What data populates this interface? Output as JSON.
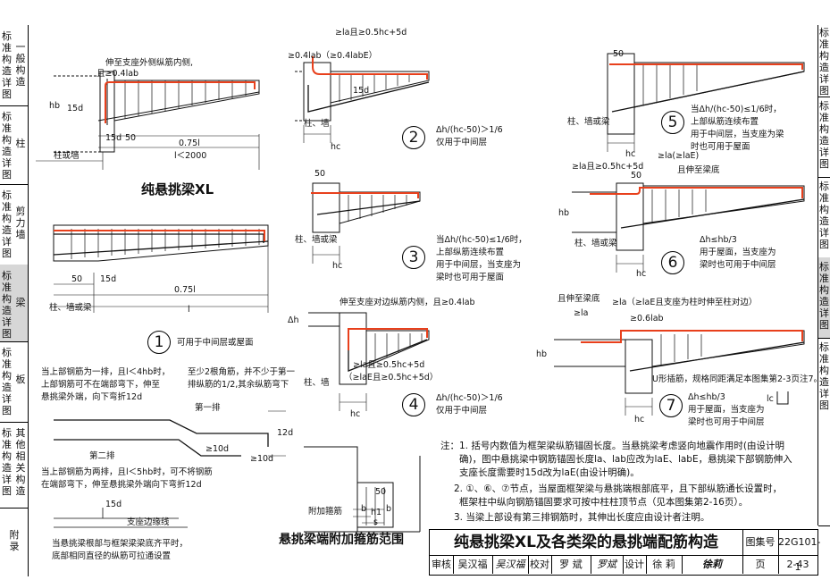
{
  "sidebar": {
    "items": [
      {
        "v": "标准构造详图",
        "s": "一般构造"
      },
      {
        "v": "标准构造详图",
        "s": "柱"
      },
      {
        "v": "标准构造详图",
        "s": "剪力墙"
      },
      {
        "v": "标准构造详图",
        "s": "梁"
      },
      {
        "v": "标准构造详图",
        "s": "板"
      },
      {
        "v": "标准构造详图",
        "s": "其他相关构造"
      },
      {
        "v": "",
        "s": "附录"
      }
    ]
  },
  "right_sidebar": [
    "标准构造详图",
    "标准构造详图",
    "标准构造详图",
    "标准构造详图",
    "标准构造详图"
  ],
  "figures": {
    "fig1": {
      "top_note1": "伸至支座外侧纵筋内侧,",
      "top_note2": "且≥0.4lab",
      "hb": "hb",
      "d15": "15d",
      "d15b": "15d",
      "fifty": "50",
      "len": "0.75l",
      "lcond": "l＜2000",
      "support": "柱或墙",
      "title": "纯悬挑梁XL"
    },
    "fig1b": {
      "fifty": "50",
      "d15": "15d",
      "len": "0.75l",
      "l": "l",
      "support": "柱、墙或梁",
      "num": "1",
      "caption": "可用于中间层或屋面"
    },
    "fig2": {
      "top1": "≥la且≥0.5hc+5d",
      "top2": "≥0.4lab（≥0.4labE）",
      "d15": "15d",
      "support": "柱、墙",
      "hc": "hc",
      "num": "2",
      "cond": "Δh/(hc-50)＞1/6",
      "use": "仅用于中间层"
    },
    "fig3": {
      "fifty": "50",
      "support": "柱、墙或梁",
      "hc": "hc",
      "num": "3",
      "cond": "当Δh/(hc-50)≤1/6时，",
      "l2": "上部纵筋连续布置",
      "l3": "用于中间层，当支座为",
      "l4": "梁时也可用于屋面"
    },
    "fig4": {
      "top": "伸至支座对边纵筋内侧，且≥0.4lab",
      "dl": "Δh",
      "la1": "≥la且≥0.5hc+5d",
      "la2": "（≥laE且≥0.5hc+5d）",
      "support": "柱、墙",
      "hc": "hc",
      "num": "4",
      "cond": "Δh/(hc-50)＞1/6",
      "use": "仅用于中间层"
    },
    "fig5": {
      "fifty": "50",
      "support": "柱、墙或梁",
      "hc": "hc",
      "num": "5",
      "cond": "当Δh/(hc-50)≤1/6时，",
      "l2": "上部纵筋连续布置",
      "l3": "用于中间层，当支座为梁",
      "l4": "时也可用于屋面"
    },
    "fig6": {
      "top": "≥la且≥0.5hc+5d",
      "side": "且伸至梁底",
      "side2": "≥la(≥laE)",
      "fifty": "50",
      "hb": "hb",
      "support": "柱、墙或梁",
      "hc": "hc",
      "num": "6",
      "cond": "Δh≤hb/3",
      "l2": "用于屋面，当支座为",
      "l3": "梁时也可用于中间层"
    },
    "fig7": {
      "side": "且伸至梁底",
      "side2": "≥la",
      "top": "≥la（≥laE且支座为柱时伸至柱对边）",
      "lab": "≥0.6lab",
      "hb": "hb",
      "ubar": "U形插筋，规格同距满足本图集第2-3页注7。",
      "hc": "hc",
      "num": "7",
      "cond": "Δh≤hb/3",
      "l2": "用于屋面，当支座为",
      "l3": "梁时也可用于中间层",
      "lc": "lc"
    }
  },
  "bottom_left": {
    "n1a": "当上部钢筋为一排，且l＜4hb时，",
    "n1b": "上部钢筋可不在端部弯下，伸至",
    "n1c": "悬挑梁外端，向下弯折12d",
    "n2a": "至少2根角筋，并不少于第一",
    "n2b": "排纵筋的1/2,其余纵筋弯下",
    "row1": "第一排",
    "row2": "第二排",
    "d12": "12d",
    "d10a": "≥10d",
    "d10b": "≥10d",
    "n3a": "当上部钢筋为两排，且l＜5hb时，可不将钢筋",
    "n3b": "在端部弯下，伸至悬挑梁外端向下弯折12d",
    "d15": "15d",
    "edge": "支座边缘线",
    "n4a": "当悬挑梁根部与框架梁梁底齐平时，",
    "n4b": "底部相同直径的纵筋可拉通设置"
  },
  "stirrup_fig": {
    "label": "附加箍筋",
    "title": "悬挑梁端附加箍筋范围",
    "fifty": "50",
    "b1": "b",
    "b2": "b",
    "h1": "h1",
    "s": "s"
  },
  "notes": [
    "注：1. 括号内数值为框架梁纵筋锚固长度。当悬挑梁考虑竖向地震作用时(由设计明",
    "确)，图中悬挑梁中钢筋锚固长度la、lab应改为laE、labE，悬挑梁下部钢筋伸入",
    "支座长度需要时15d改为laE(由设计明确)。",
    "2. ①、⑥、⑦节点，当屋面框架梁与悬挑端根部底平，且下部纵筋通长设置时，",
    "框架柱中纵向钢筋锚固要求可按中柱柱顶节点（见本图集第2-16页）。",
    "3. 当梁上部设有第三排钢筋时，其伸出长度应由设计者注明。"
  ],
  "titleblock": {
    "title": "纯悬挑梁XL及各类梁的悬挑端配筋构造",
    "atlas_label": "图集号",
    "atlas_no": "22G101-1",
    "review": "审核",
    "review_name": "吴汉福",
    "review_sig": "吴汉福",
    "check": "校对",
    "check_name": "罗 斌",
    "check_sig": "罗斌",
    "design": "设计",
    "design_name": "徐 莉",
    "design_sig": "徐莉",
    "page_label": "页",
    "page_no": "2-43"
  },
  "colors": {
    "rebar_highlight": "#e8401c",
    "rebar": "#111111",
    "concrete": "#111111"
  }
}
